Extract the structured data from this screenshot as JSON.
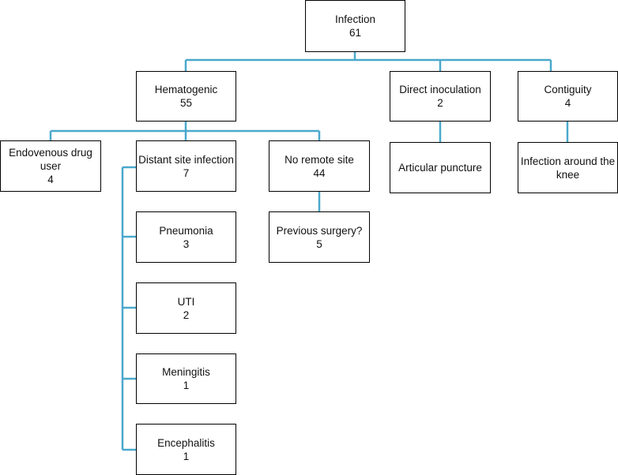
{
  "colors": {
    "connector": "#4aa8cc",
    "box_border": "#000000",
    "background": "#ffffff"
  },
  "nodes": {
    "infection": {
      "label": "Infection",
      "count": "61"
    },
    "hematogenic": {
      "label": "Hematogenic",
      "count": "55"
    },
    "direct_inoculation": {
      "label": "Direct inoculation",
      "count": "2"
    },
    "contiguity": {
      "label": "Contiguity",
      "count": "4"
    },
    "endovenous": {
      "label_line1": "Endovenous drug",
      "label_line2": "user",
      "count": "4"
    },
    "distant_site": {
      "label": "Distant site infection",
      "count": "7"
    },
    "no_remote_site": {
      "label": "No remote site",
      "count": "44"
    },
    "articular_puncture": {
      "label": "Articular puncture"
    },
    "infection_around_knee": {
      "label_line1": "Infection around the",
      "label_line2": "knee"
    },
    "pneumonia": {
      "label": "Pneumonia",
      "count": "3"
    },
    "previous_surgery": {
      "label": "Previous surgery?",
      "count": "5"
    },
    "uti": {
      "label": "UTI",
      "count": "2"
    },
    "meningitis": {
      "label": "Meningitis",
      "count": "1"
    },
    "encephalitis": {
      "label": "Encephalitis",
      "count": "1"
    }
  }
}
